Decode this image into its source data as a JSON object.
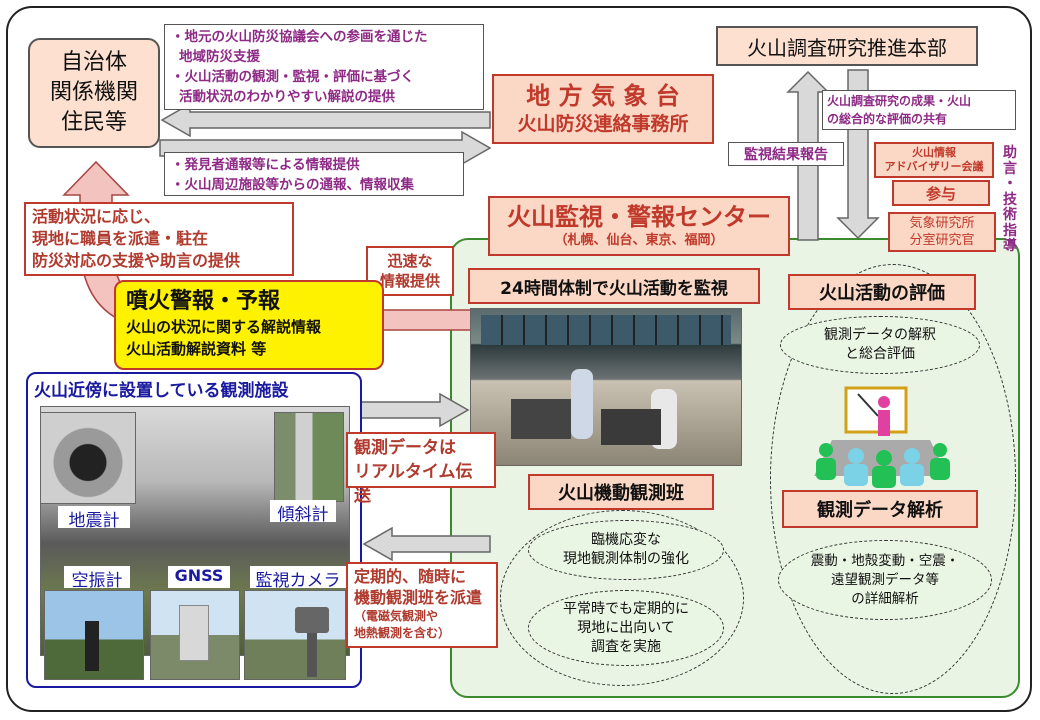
{
  "local_gov": {
    "lines": [
      "自治体",
      "関係機関",
      "住民等"
    ]
  },
  "hq": {
    "label": "火山調査研究推進本部"
  },
  "jma_local": {
    "line1": "地 方 気 象 台",
    "line2": "火山防災連絡事務所"
  },
  "to_local_notes": {
    "l1": "・地元の火山防災協議会への参画を通じた",
    "l2": "地域防災支援",
    "l3": "・火山活動の観測・監視・評価に基づく",
    "l4": "活動状況のわかりやすい解説の提供"
  },
  "from_local_notes": {
    "l1": "・発見者通報等による情報提供",
    "l2": "・火山周辺施設等からの通報、情報収集"
  },
  "hq_note": {
    "l1": "火山調査研究の成果・火山",
    "l2": "の総合的な評価の共有"
  },
  "monitoring_report": "監視結果報告",
  "advisory": {
    "l1": "火山情報",
    "l2": "アドバイザリー会議"
  },
  "participation": "参与",
  "research_branch": {
    "l1": "気象研究所",
    "l2": "分室研究官"
  },
  "vertical_advice": [
    "助",
    "言",
    "・",
    "技",
    "術",
    "指",
    "導"
  ],
  "center": {
    "title": "火山監視・警報センター",
    "sub": "（札幌、仙台、東京、福岡）"
  },
  "dispatch_note": {
    "l1": "活動状況に応じ、",
    "l2": "現地に職員を派遣・駐在",
    "l3": "防災対応の支援や助言の提供"
  },
  "rapid": {
    "l1": "迅速な",
    "l2": "情報提供"
  },
  "warning": {
    "title": "噴火警報・予報",
    "l1": "火山の状況に関する解説情報",
    "l2": "火山活動解説資料 等"
  },
  "monitor24": "24時間体制で火山活動を監視",
  "evaluation": {
    "title": "火山活動の評価",
    "bubble_l1": "観測データの解釈",
    "bubble_l2": "と総合評価"
  },
  "facilities": {
    "title": "火山近傍に設置している観測施設",
    "seismometer": "地震計",
    "tiltmeter": "傾斜計",
    "infrasound": "空振計",
    "gnss": "GNSS",
    "camera": "監視カメラ"
  },
  "realtime": {
    "l1": "観測データは",
    "l2": "リアルタイム伝送"
  },
  "mobile": {
    "title": "火山機動観測班",
    "b1_l1": "臨機応変な",
    "b1_l2": "現地観測体制の強化",
    "b2_l1": "平常時でも定期的に",
    "b2_l2": "現地に出向いて",
    "b2_l3": "調査を実施"
  },
  "analysis": {
    "title": "観測データ解析",
    "l1": "震動・地殻変動・空震・",
    "l2": "遠望観測データ等",
    "l3": "の詳細解析"
  },
  "periodic": {
    "l1": "定期的、随時に",
    "l2": "機動観測班を派遣",
    "l3": "（電磁気観測や",
    "l4": "地熱観測を含む）"
  },
  "colors": {
    "accent_red": "#c0392b",
    "purple": "#8e2a86",
    "green": "#3c8a2e",
    "yellow": "#fff200",
    "blue": "#1a1aa0"
  }
}
